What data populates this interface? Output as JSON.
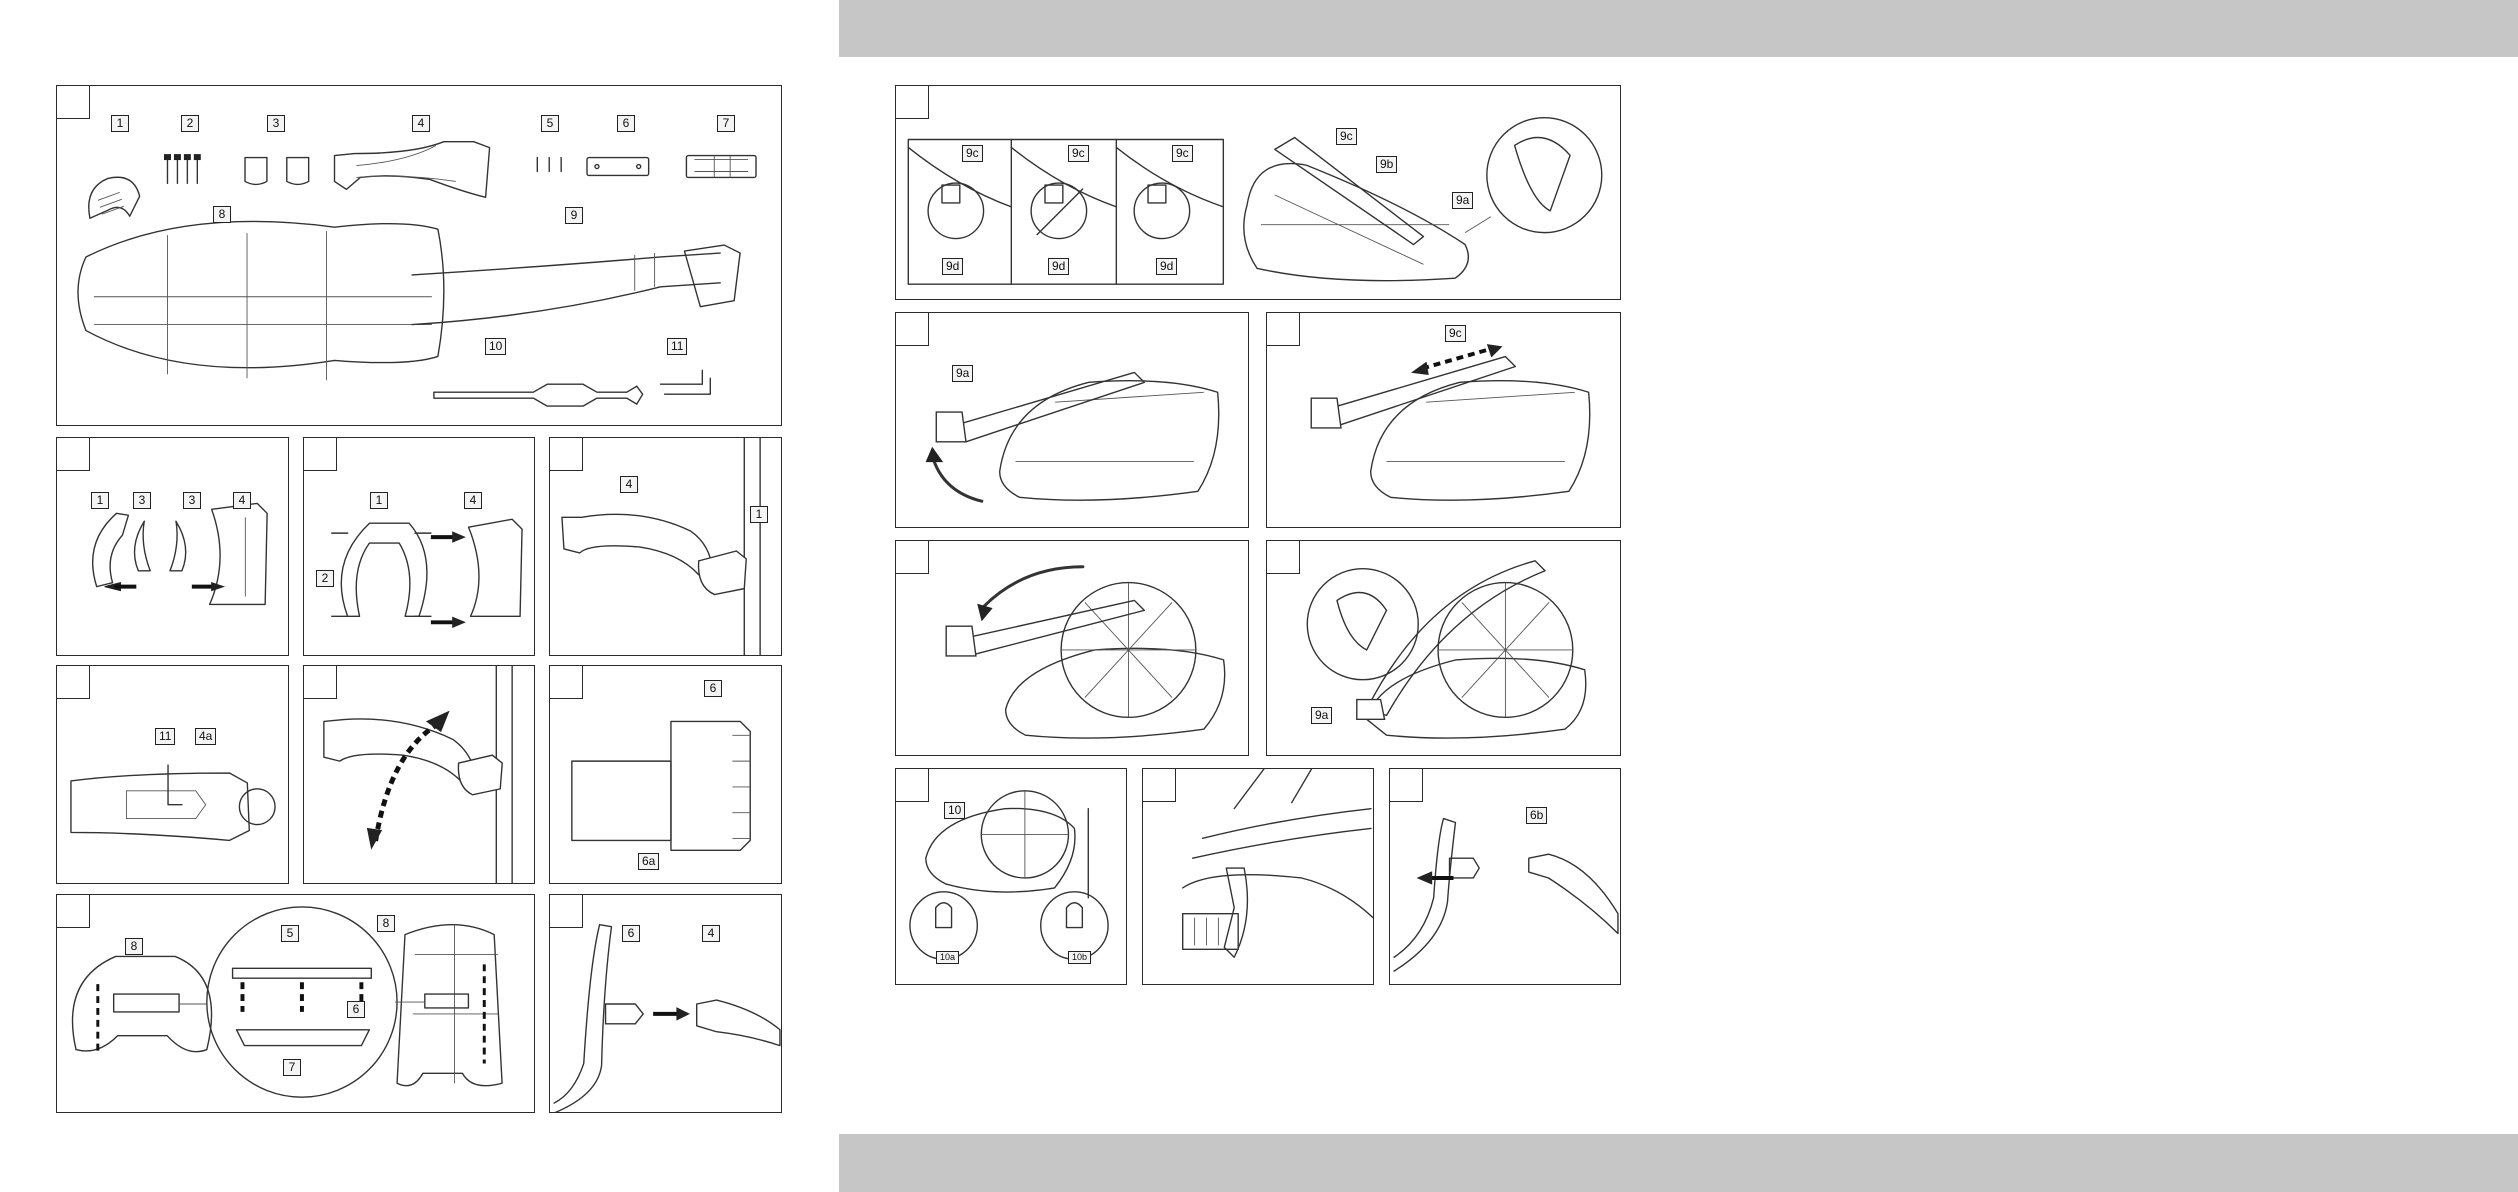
{
  "labels": {
    "p1": [
      "1",
      "2",
      "3",
      "4",
      "5",
      "6",
      "7",
      "8",
      "9",
      "10",
      "11"
    ],
    "p2": [
      "1",
      "3",
      "3",
      "4"
    ],
    "p3": [
      "1",
      "4",
      "2"
    ],
    "p4": [
      "4",
      "1"
    ],
    "p5": [
      "11",
      "4a"
    ],
    "p7": [
      "6",
      "6a"
    ],
    "p8": [
      "8",
      "5",
      "6",
      "8",
      "7"
    ],
    "p9": [
      "6",
      "4"
    ],
    "r1": [
      "9c",
      "9c",
      "9c",
      "9d",
      "9d",
      "9d",
      "9c",
      "9b",
      "9a"
    ],
    "r2a": [
      "9a"
    ],
    "r2b": [
      "9c"
    ],
    "r3b": [
      "9a"
    ],
    "r4a": [
      "10",
      "10a",
      "10b"
    ],
    "r4c": [
      "6b"
    ]
  }
}
